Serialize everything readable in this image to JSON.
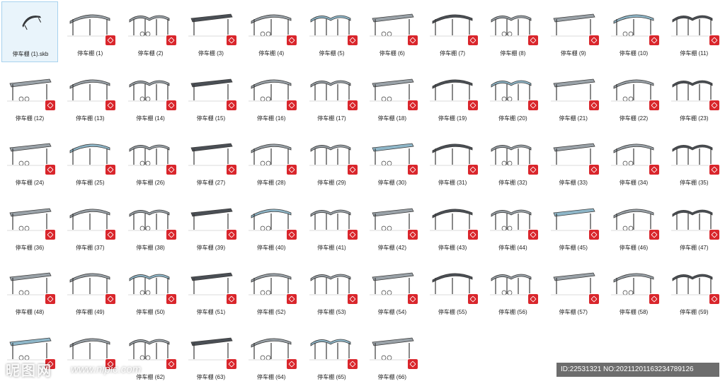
{
  "files": [
    {
      "name": "停车棚 (1).skb",
      "kind": "skb",
      "selected": true
    },
    {
      "name": "停车棚 (1)",
      "kind": "skp"
    },
    {
      "name": "停车棚 (2)",
      "kind": "skp"
    },
    {
      "name": "停车棚 (3)",
      "kind": "skp"
    },
    {
      "name": "停车棚 (4)",
      "kind": "skp"
    },
    {
      "name": "停车棚 (5)",
      "kind": "skp"
    },
    {
      "name": "停车棚 (6)",
      "kind": "skp"
    },
    {
      "name": "停车棚 (7)",
      "kind": "skp"
    },
    {
      "name": "停车棚 (8)",
      "kind": "skp"
    },
    {
      "name": "停车棚 (9)",
      "kind": "skp"
    },
    {
      "name": "停车棚 (10)",
      "kind": "skp"
    },
    {
      "name": "停车棚 (11)",
      "kind": "skp"
    },
    {
      "name": "停车棚 (12)",
      "kind": "skp"
    },
    {
      "name": "停车棚 (13)",
      "kind": "skp"
    },
    {
      "name": "停车棚 (14)",
      "kind": "skp"
    },
    {
      "name": "停车棚 (15)",
      "kind": "skp"
    },
    {
      "name": "停车棚 (16)",
      "kind": "skp"
    },
    {
      "name": "停车棚 (17)",
      "kind": "skp"
    },
    {
      "name": "停车棚 (18)",
      "kind": "skp"
    },
    {
      "name": "停车棚 (19)",
      "kind": "skp"
    },
    {
      "name": "停车棚 (20)",
      "kind": "skp"
    },
    {
      "name": "停车棚 (21)",
      "kind": "skp"
    },
    {
      "name": "停车棚 (22)",
      "kind": "skp"
    },
    {
      "name": "停车棚 (23)",
      "kind": "skp"
    },
    {
      "name": "停车棚 (24)",
      "kind": "skp"
    },
    {
      "name": "停车棚 (25)",
      "kind": "skp"
    },
    {
      "name": "停车棚 (26)",
      "kind": "skp"
    },
    {
      "name": "停车棚 (27)",
      "kind": "skp"
    },
    {
      "name": "停车棚 (28)",
      "kind": "skp"
    },
    {
      "name": "停车棚 (29)",
      "kind": "skp"
    },
    {
      "name": "停车棚 (30)",
      "kind": "skp"
    },
    {
      "name": "停车棚 (31)",
      "kind": "skp"
    },
    {
      "name": "停车棚 (32)",
      "kind": "skp"
    },
    {
      "name": "停车棚 (33)",
      "kind": "skp"
    },
    {
      "name": "停车棚 (34)",
      "kind": "skp"
    },
    {
      "name": "停车棚 (35)",
      "kind": "skp"
    },
    {
      "name": "停车棚 (36)",
      "kind": "skp"
    },
    {
      "name": "停车棚 (37)",
      "kind": "skp"
    },
    {
      "name": "停车棚 (38)",
      "kind": "skp"
    },
    {
      "name": "停车棚 (39)",
      "kind": "skp"
    },
    {
      "name": "停车棚 (40)",
      "kind": "skp"
    },
    {
      "name": "停车棚 (41)",
      "kind": "skp"
    },
    {
      "name": "停车棚 (42)",
      "kind": "skp"
    },
    {
      "name": "停车棚 (43)",
      "kind": "skp"
    },
    {
      "name": "停车棚 (44)",
      "kind": "skp"
    },
    {
      "name": "停车棚 (45)",
      "kind": "skp"
    },
    {
      "name": "停车棚 (46)",
      "kind": "skp"
    },
    {
      "name": "停车棚 (47)",
      "kind": "skp"
    },
    {
      "name": "停车棚 (48)",
      "kind": "skp"
    },
    {
      "name": "停车棚 (49)",
      "kind": "skp"
    },
    {
      "name": "停车棚 (50)",
      "kind": "skp"
    },
    {
      "name": "停车棚 (51)",
      "kind": "skp"
    },
    {
      "name": "停车棚 (52)",
      "kind": "skp"
    },
    {
      "name": "停车棚 (53)",
      "kind": "skp"
    },
    {
      "name": "停车棚 (54)",
      "kind": "skp"
    },
    {
      "name": "停车棚 (55)",
      "kind": "skp"
    },
    {
      "name": "停车棚 (56)",
      "kind": "skp"
    },
    {
      "name": "停车棚 (57)",
      "kind": "skp"
    },
    {
      "name": "停车棚 (58)",
      "kind": "skp"
    },
    {
      "name": "停车棚 (59)",
      "kind": "skp"
    },
    {
      "name": "",
      "kind": "skp"
    },
    {
      "name": "",
      "kind": "skp"
    },
    {
      "name": "停车棚 (62)",
      "kind": "skp"
    },
    {
      "name": "停车棚 (63)",
      "kind": "skp"
    },
    {
      "name": "停车棚 (64)",
      "kind": "skp"
    },
    {
      "name": "停车棚 (65)",
      "kind": "skp"
    },
    {
      "name": "停车棚 (66)",
      "kind": "skp"
    }
  ],
  "watermark": {
    "logo": "昵图网",
    "url": "www.nipic.com"
  },
  "id_bar": "ID:22531321 NO:20211201163234789126",
  "colors": {
    "selection_border": "#a8d2ee",
    "selection_fill": "#e9f4fb",
    "skp_badge": "#d9262c"
  }
}
